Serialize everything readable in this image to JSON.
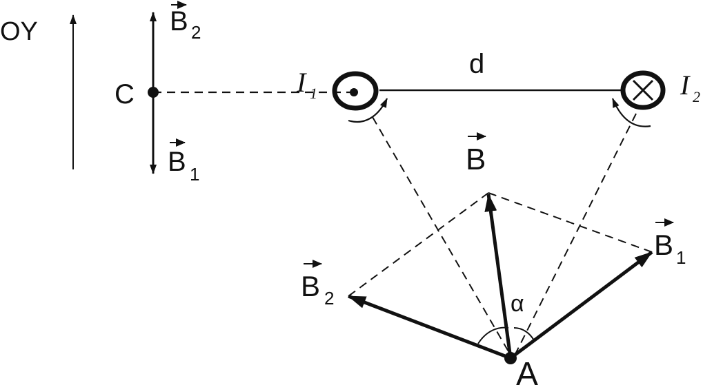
{
  "axis": {
    "label": "OY"
  },
  "points": {
    "C": "C",
    "A": "A"
  },
  "distance": {
    "label": "d"
  },
  "currents": {
    "I1": {
      "letter": "I",
      "sub": "1"
    },
    "I2": {
      "letter": "I",
      "sub": "2"
    }
  },
  "vectors": {
    "B_at_C_up": {
      "letter": "B",
      "sub": "2"
    },
    "B_at_C_down": {
      "letter": "B",
      "sub": "1"
    },
    "B_result": {
      "letter": "B",
      "sub": ""
    },
    "B1_at_A": {
      "letter": "B",
      "sub": "1"
    },
    "B2_at_A": {
      "letter": "B",
      "sub": "2"
    }
  },
  "angle": {
    "label": "α"
  },
  "colors": {
    "ink": "#111111",
    "background": "#ffffff"
  }
}
